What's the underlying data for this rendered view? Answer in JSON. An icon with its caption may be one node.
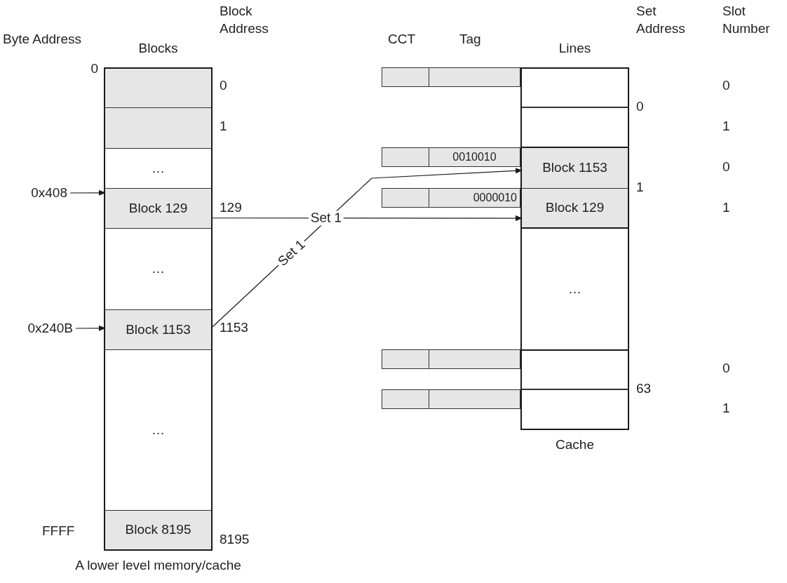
{
  "diagram": {
    "nodes": [
      {
        "text": [
          "Blocks"
        ],
        "beside": [
          "A lower level memory/cache"
        ]
      },
      {
        "text": [],
        "shape": "box",
        "in": 0
      },
      {
        "text": [],
        "shape": "box",
        "in": 0
      },
      {
        "text": [
          "…"
        ],
        "in": 0
      },
      {
        "text": [
          "Block 129"
        ],
        "in": 0
      },
      {
        "text": [
          "…"
        ],
        "in": 0
      },
      {
        "text": [
          "Block 1153"
        ],
        "in": 0
      },
      {
        "text": [
          "…"
        ],
        "in": 0
      },
      {
        "text": [
          "Block 8195"
        ],
        "in": 0
      },
      {
        "text": [
          "0x408"
        ]
      },
      {
        "text": [
          "0x240B"
        ]
      },
      {
        "text": [],
        "shape": "box"
      },
      {
        "text": [],
        "shape": "box"
      },
      {
        "text": [],
        "shape": "box"
      },
      {
        "text": [
          "0010010"
        ]
      },
      {
        "text": [],
        "shape": "box"
      },
      {
        "text": [
          "0000010"
        ]
      },
      {
        "text": [
          "Lines"
        ],
        "beside": [
          "Cache"
        ]
      },
      {
        "text": [],
        "shape": "box",
        "in": 17
      },
      {
        "text": [],
        "shape": "box",
        "in": 18
      },
      {
        "text": [],
        "shape": "box",
        "in": 18
      },
      {
        "text": [],
        "shape": "box",
        "in": 17
      },
      {
        "text": [
          "Block 1153"
        ],
        "in": 21
      },
      {
        "text": [
          "Block 129"
        ],
        "in": 21
      },
      {
        "text": [
          "…"
        ],
        "in": 17
      },
      {
        "text": [],
        "shape": "box",
        "in": 17
      },
      {
        "text": [],
        "shape": "box",
        "in": 25
      },
      {
        "text": [],
        "shape": "box",
        "in": 25
      },
      {
        "text": [],
        "shape": "box"
      },
      {
        "text": [],
        "shape": "box"
      },
      {
        "text": [],
        "shape": "box"
      },
      {
        "text": [],
        "shape": "box"
      }
    ],
    "edges": [
      {
        "from": 9,
        "to": 4,
        "arrow": "to"
      },
      {
        "from": 10,
        "to": 6,
        "arrow": "to"
      },
      {
        "from": 4,
        "to": 23,
        "arrow": "to",
        "label": "Set 1"
      },
      {
        "from": 6,
        "to": 22,
        "arrow": "to",
        "label": "Set 1"
      }
    ],
    "labels": [
      "Block Address",
      "Set Address",
      "Slot Number",
      "Byte Address",
      "CCT",
      "Tag",
      "0",
      "0",
      "0",
      "0",
      "1",
      "1",
      "0",
      "1",
      "129",
      "1",
      "1153",
      "0",
      "63",
      "1",
      "FFFF",
      "8195"
    ]
  }
}
